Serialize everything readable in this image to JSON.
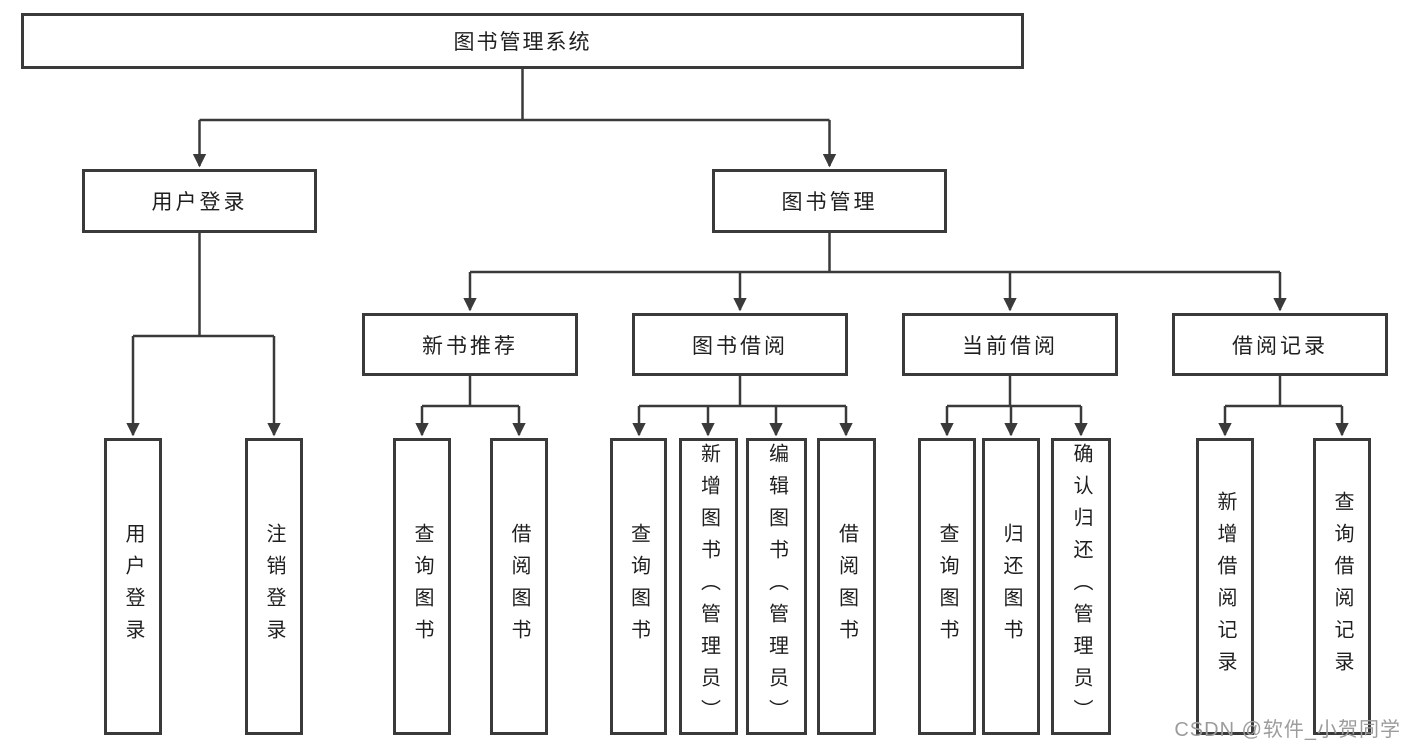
{
  "diagram": {
    "title_node": "图书管理系统",
    "branches": [
      {
        "label": "用户登录"
      },
      {
        "label": "图书管理"
      }
    ],
    "modules": [
      {
        "label": "新书推荐"
      },
      {
        "label": "图书借阅"
      },
      {
        "label": "当前借阅"
      },
      {
        "label": "借阅记录"
      }
    ],
    "functions": {
      "user_login": [
        "用户登录",
        "注销登录"
      ],
      "new_book": [
        "查询图书",
        "借阅图书"
      ],
      "book_borrow": [
        "查询图书",
        "新增图书（管理员）",
        "编辑图书（管理员）",
        "借阅图书"
      ],
      "current_borrow": [
        "查询图书",
        "归还图书",
        "确认归还（管理员）"
      ],
      "borrow_records": [
        "新增借阅记录",
        "查询借阅记录"
      ]
    }
  },
  "watermark": "CSDN @软件_小贺同学",
  "colors": {
    "line": "#3a3a3a",
    "text": "#1f1f1f",
    "watermark": "#9c9c9c",
    "background": "#ffffff"
  }
}
